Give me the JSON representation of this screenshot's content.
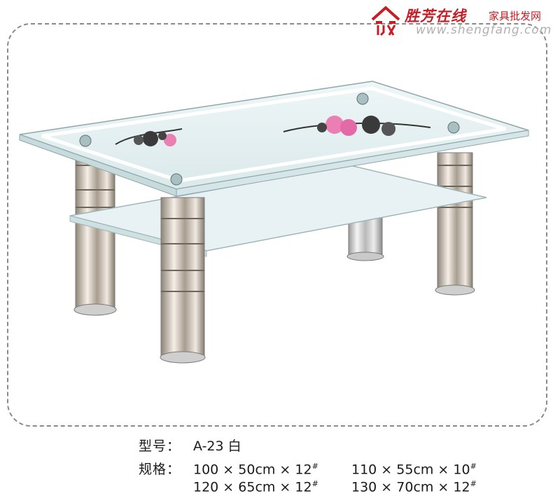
{
  "watermark": {
    "site_name": "胜芳在线",
    "subtitle": "家具批发网",
    "url": "www.shengfang.com",
    "brand_color": "#c81d24"
  },
  "product": {
    "image_description_icon": "glass-coffee-table-illustration",
    "model_label": "型号：",
    "model_value": "A-23 白",
    "spec_label": "规格：",
    "sizes": [
      {
        "dims": "100 × 50cm × 12",
        "mark": "#"
      },
      {
        "dims": "110 × 55cm × 10",
        "mark": "#"
      },
      {
        "dims": "120 × 65cm × 12",
        "mark": "#"
      },
      {
        "dims": "130 × 70cm × 12",
        "mark": "#"
      }
    ]
  }
}
